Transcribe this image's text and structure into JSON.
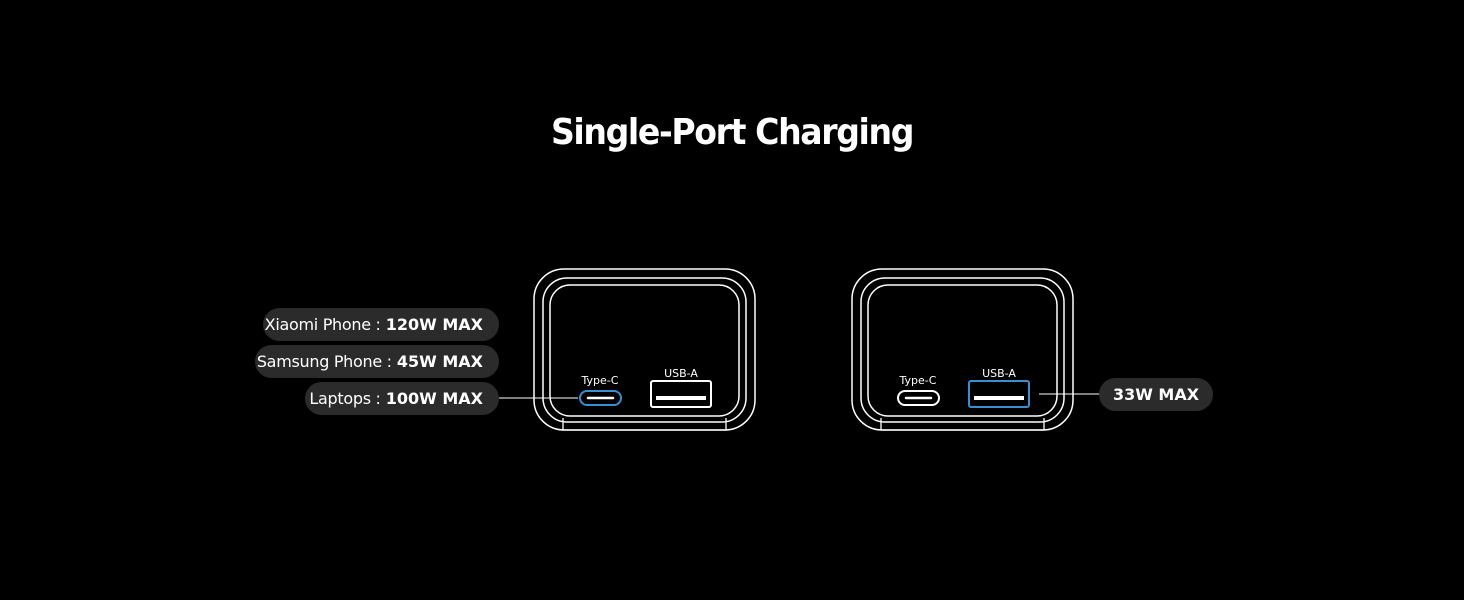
{
  "title": "Single-Port Charging",
  "chargers": [
    {
      "ports": {
        "type_c": "Type-C",
        "usb_a": "USB-A"
      },
      "active_port": "Type-C",
      "specs": [
        {
          "device": "Xiaomi Phone :",
          "power": "120W MAX"
        },
        {
          "device": "Samsung Phone :",
          "power": "45W MAX"
        },
        {
          "device": "Laptops :",
          "power": "100W MAX"
        }
      ]
    },
    {
      "ports": {
        "type_c": "Type-C",
        "usb_a": "USB-A"
      },
      "active_port": "USB-A",
      "specs": [
        {
          "power": "33W MAX"
        }
      ]
    }
  ],
  "colors": {
    "background": "#000000",
    "outline": "#ffffff",
    "active_port": "#3a8fd0",
    "pill_background": "#2b2b2b"
  }
}
